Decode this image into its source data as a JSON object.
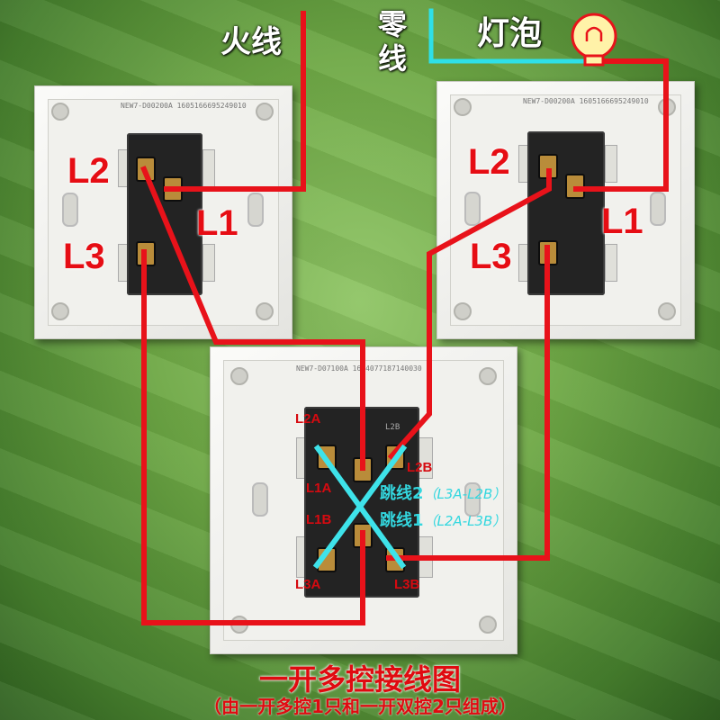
{
  "labels": {
    "live_wire": "火线",
    "neutral_wire": "零线",
    "bulb": "灯泡"
  },
  "switch_left": {
    "model": "NEW7-D00200A 1605166695249010",
    "terminals": {
      "l1": "L1",
      "l2": "L2",
      "l3": "L3"
    }
  },
  "switch_right": {
    "model": "NEW7-D00200A 1605166695249010",
    "terminals": {
      "l1": "L1",
      "l2": "L2",
      "l3": "L3"
    }
  },
  "switch_middle": {
    "model": "NEW7-D07100A 1604077187140030",
    "terminals": {
      "l2a": "L2A",
      "l2b": "L2B",
      "l1a": "L1A",
      "l1b": "L1B",
      "l3a": "L3A",
      "l3b": "L3B",
      "l2b_print": "L2B"
    },
    "jumper2": {
      "name": "跳线2",
      "pair": "（L3A-L2B）"
    },
    "jumper1": {
      "name": "跳线1",
      "pair": "（L2A-L3B）"
    }
  },
  "title": "一开多控接线图",
  "subtitle": "（由一开多控1只和一开双控2只组成）",
  "colors": {
    "wire": "#e8121a",
    "neutral": "#2ee0e8",
    "jumper": "#33d7df",
    "background": "#6ea845"
  }
}
